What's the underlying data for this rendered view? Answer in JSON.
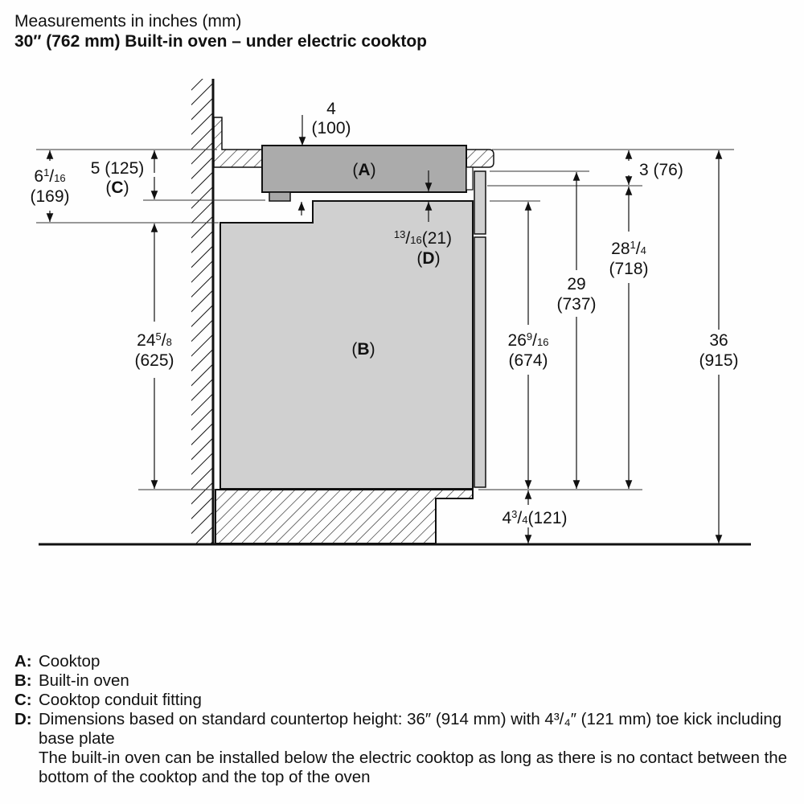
{
  "header": {
    "subtitle": "Measurements in inches (mm)",
    "title": "30″ (762 mm) Built-in oven – under electric cooktop"
  },
  "diagram": {
    "parts": {
      "cooktop": "(A)",
      "oven": "(B)"
    },
    "dimensions": {
      "cooktop_depth": {
        "in": "4",
        "mm": "(100)"
      },
      "conduit": {
        "in": "5 (125)",
        "ref": "(C)"
      },
      "top_clearance": {
        "whole": "6",
        "num": "1",
        "den": "16",
        "mm": "(169)"
      },
      "oven_side_height": {
        "whole": "24",
        "num": "5",
        "den": "8",
        "mm": "(625)"
      },
      "gap": {
        "num": "13",
        "den": "16",
        "mm": "(21)",
        "ref": "(D)"
      },
      "cooktop_thickness": {
        "label": "3 (76)"
      },
      "oven_height": {
        "whole": "26",
        "num": "9",
        "den": "16",
        "mm": "(674)"
      },
      "height_29": {
        "in": "29",
        "mm": "(737)"
      },
      "height_28": {
        "whole": "28",
        "num": "1",
        "den": "4",
        "mm": "(718)"
      },
      "counter_height": {
        "in": "36",
        "mm": "(915)"
      },
      "toe_kick": {
        "whole": "4",
        "num": "3",
        "den": "4",
        "mm": "(121)"
      }
    },
    "colors": {
      "cooktop_fill": "#ababab",
      "oven_fill": "#d0d0d0",
      "line": "#111111"
    }
  },
  "legend": [
    {
      "key": "A:",
      "text": "Cooktop"
    },
    {
      "key": "B:",
      "text": "Built-in oven"
    },
    {
      "key": "C:",
      "text": "Cooktop conduit fitting"
    },
    {
      "key": "D:",
      "text": "Dimensions based on standard countertop height: 36″ (914 mm) with 4³/₄″ (121 mm) toe kick including base plate"
    }
  ],
  "legend_note": "The built-in oven can be installed below the electric cooktop as long as there is no contact between the bottom of the cooktop and the top of the oven"
}
